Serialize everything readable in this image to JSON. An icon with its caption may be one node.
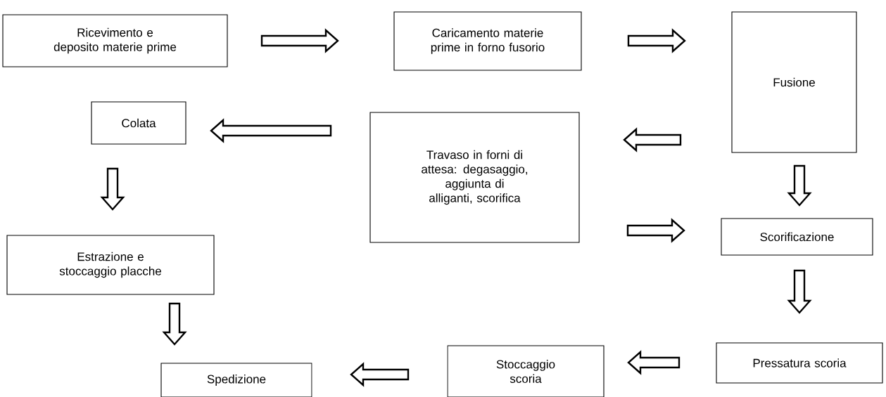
{
  "diagram": {
    "nodes": [
      {
        "text": [
          "Ricevimento e deposito materie prime"
        ]
      },
      {
        "text": [
          "Caricamento materie prime in forno fusorio"
        ]
      },
      {
        "text": [
          "Fusione"
        ]
      },
      {
        "text": [
          "Colata"
        ]
      },
      {
        "text": [
          "Travaso in forni di attesa: degasaggio, aggiunta di alliganti, scorifica"
        ]
      },
      {
        "text": [
          "Scorificazione"
        ]
      },
      {
        "text": [
          "Estrazione e stoccaggio placche"
        ]
      },
      {
        "text": [
          "Pressatura scoria"
        ]
      },
      {
        "text": [
          "Stoccaggio scoria"
        ]
      },
      {
        "text": [
          "Spedizione"
        ]
      }
    ],
    "edges": [
      {
        "from": 0,
        "to": 1,
        "arrow": "to"
      },
      {
        "from": 1,
        "to": 2,
        "arrow": "to"
      },
      {
        "from": 2,
        "to": 4,
        "arrow": "to"
      },
      {
        "from": 4,
        "to": 3,
        "arrow": "to"
      },
      {
        "from": 3,
        "to": 6,
        "arrow": "to"
      },
      {
        "from": 6,
        "to": 9,
        "arrow": "to"
      },
      {
        "from": 2,
        "to": 5,
        "arrow": "to"
      },
      {
        "from": 4,
        "to": 5,
        "arrow": "to"
      },
      {
        "from": 5,
        "to": 7,
        "arrow": "to"
      },
      {
        "from": 7,
        "to": 8,
        "arrow": "to"
      },
      {
        "from": 8,
        "to": 9,
        "arrow": "to"
      }
    ]
  }
}
